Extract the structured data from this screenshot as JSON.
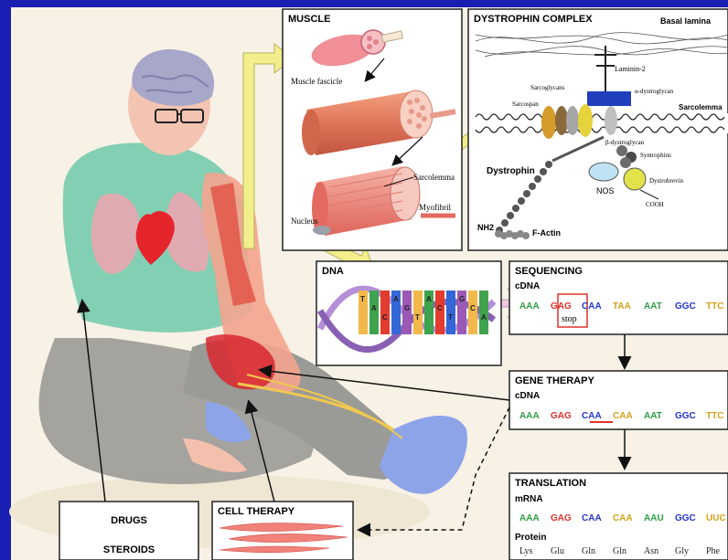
{
  "colors": {
    "frame": "#1a1fb4",
    "canvas": "#f7f1e6",
    "green": "#2e9d45",
    "red": "#e0302a",
    "blue": "#2436c8",
    "gold": "#d4a21a",
    "arrow_yellow": "#f2ee8c"
  },
  "muscle": {
    "title": "MUSCLE",
    "fascicle": "Muscle fascicle",
    "sarcolemma": "Sarcolemma",
    "nucleus": "Nucleus",
    "myofibril": "Myofibril"
  },
  "dystrophin": {
    "title": "DYSTROPHIN COMPLEX",
    "basal_lamina": "Basal lamina",
    "laminin": "Laminin-2",
    "sarcoglycans": "Sarcoglycans",
    "alpha_dg": "α-dystroglycan",
    "sarcospan": "Sarcospan",
    "sarcolemma": "Sarcolemma",
    "beta_dg": "β-dystroglycan",
    "syntrophins": "Syntrophins",
    "dystrophin": "Dystrophin",
    "nos": "NOS",
    "dystrobrevin": "Dystrobrevin",
    "cooh": "COOH",
    "nh2": "NH2",
    "factin": "F-Actin"
  },
  "dna": {
    "title": "DNA",
    "bases": [
      "T",
      "A",
      "C",
      "A",
      "G",
      "T",
      "A",
      "C",
      "T",
      "G",
      "C",
      "A"
    ]
  },
  "sequencing": {
    "title": "SEQUENCING",
    "sub": "cDNA",
    "codons": [
      "AAA",
      "GAG",
      "CAA",
      "TAA",
      "AAT",
      "GGC",
      "TTC"
    ],
    "stop": "stop"
  },
  "gene_therapy": {
    "title": "GENE THERAPY",
    "sub": "cDNA",
    "codons": [
      "AAA",
      "GAG",
      "CAA",
      "CAA",
      "AAT",
      "GGC",
      "TTC"
    ]
  },
  "translation": {
    "title": "TRANSLATION",
    "sub": "mRNA",
    "codons": [
      "AAA",
      "GAG",
      "CAA",
      "CAA",
      "AAU",
      "GGC",
      "UUC"
    ],
    "protein_label": "Protein",
    "amino_acids": [
      "Lys",
      "Glu",
      "Gln",
      "Gln",
      "Asn",
      "Gly",
      "Phe"
    ]
  },
  "drugs": {
    "title": "DRUGS",
    "sub": "STEROIDS"
  },
  "cell_therapy": {
    "title": "CELL THERAPY"
  }
}
